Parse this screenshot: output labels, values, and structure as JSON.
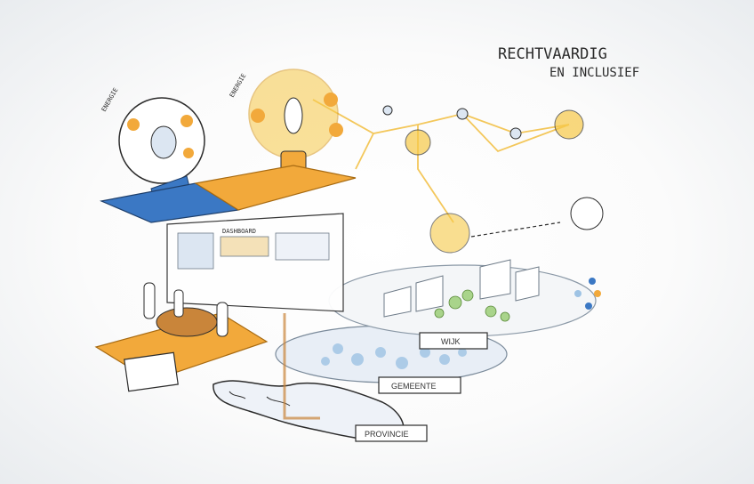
{
  "heading": {
    "line1": "RECHTVAARDIG",
    "line2": "EN INCLUSIEF"
  },
  "labels": {
    "wijk": "WIJK",
    "gemeente": "GEMEENTE",
    "provincie": "PROVINCIE",
    "dashboard": "DASHBOARD",
    "energy_left": "ENERGIE",
    "energy_right": "ENERGIE"
  },
  "colors": {
    "accent_orange": "#f2a93b",
    "accent_yellow": "#f7c948",
    "accent_blue": "#3b78c4",
    "ink": "#2c2c2c",
    "network_line": "#f3c24a"
  }
}
